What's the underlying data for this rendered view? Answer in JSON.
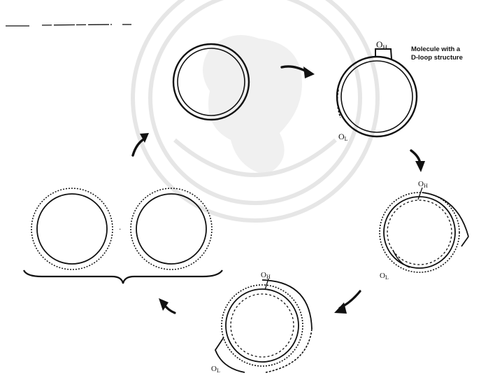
{
  "labels": {
    "oh": "O",
    "oh_sub": "H",
    "ol": "O",
    "ol_sub": "L",
    "note_line1": "Molecule with a",
    "note_line2": "D-loop structure"
  },
  "colors": {
    "ink": "#111111",
    "watermark": "#e4e4e4"
  }
}
